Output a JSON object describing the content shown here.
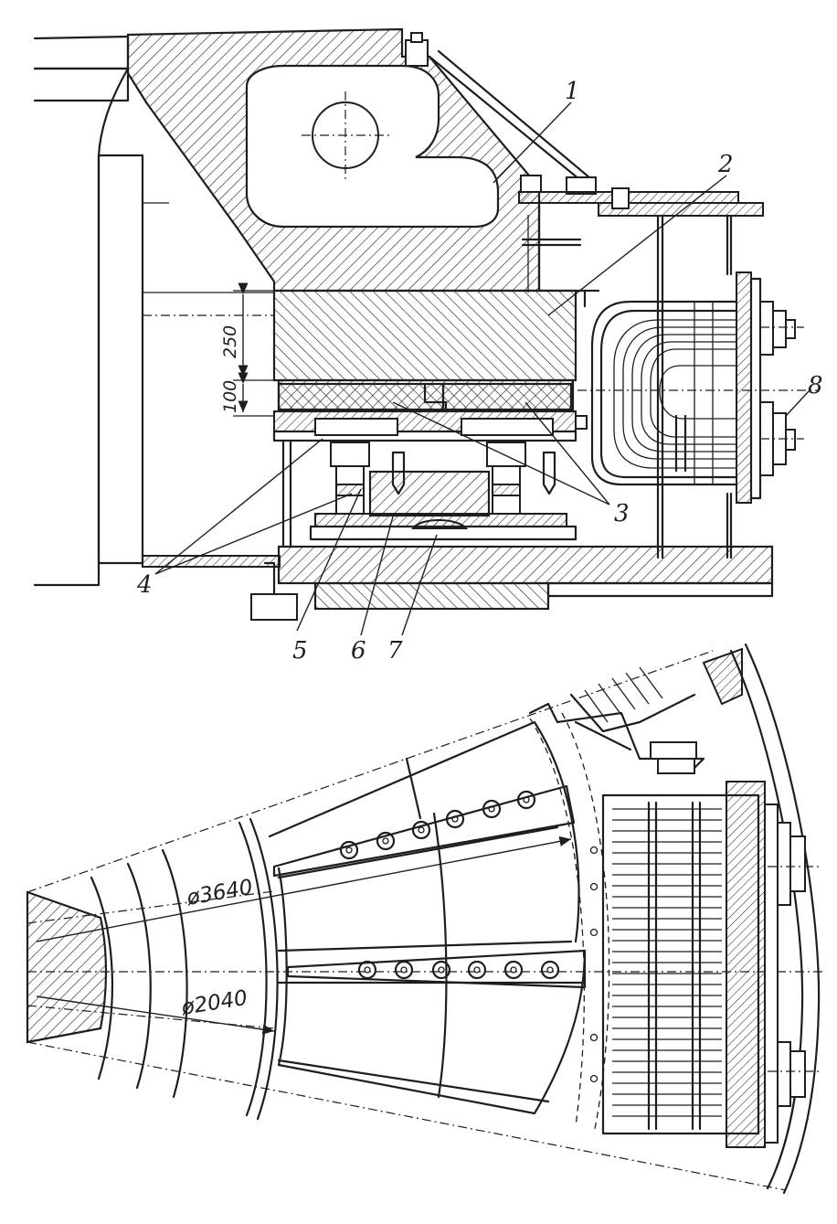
{
  "top_view": {
    "callouts": [
      "1",
      "2",
      "3",
      "4",
      "5",
      "6",
      "7",
      "8"
    ],
    "dimensions": [
      "250",
      "100"
    ]
  },
  "bottom_view": {
    "diameters": [
      "ø3640",
      "ø2040"
    ]
  }
}
